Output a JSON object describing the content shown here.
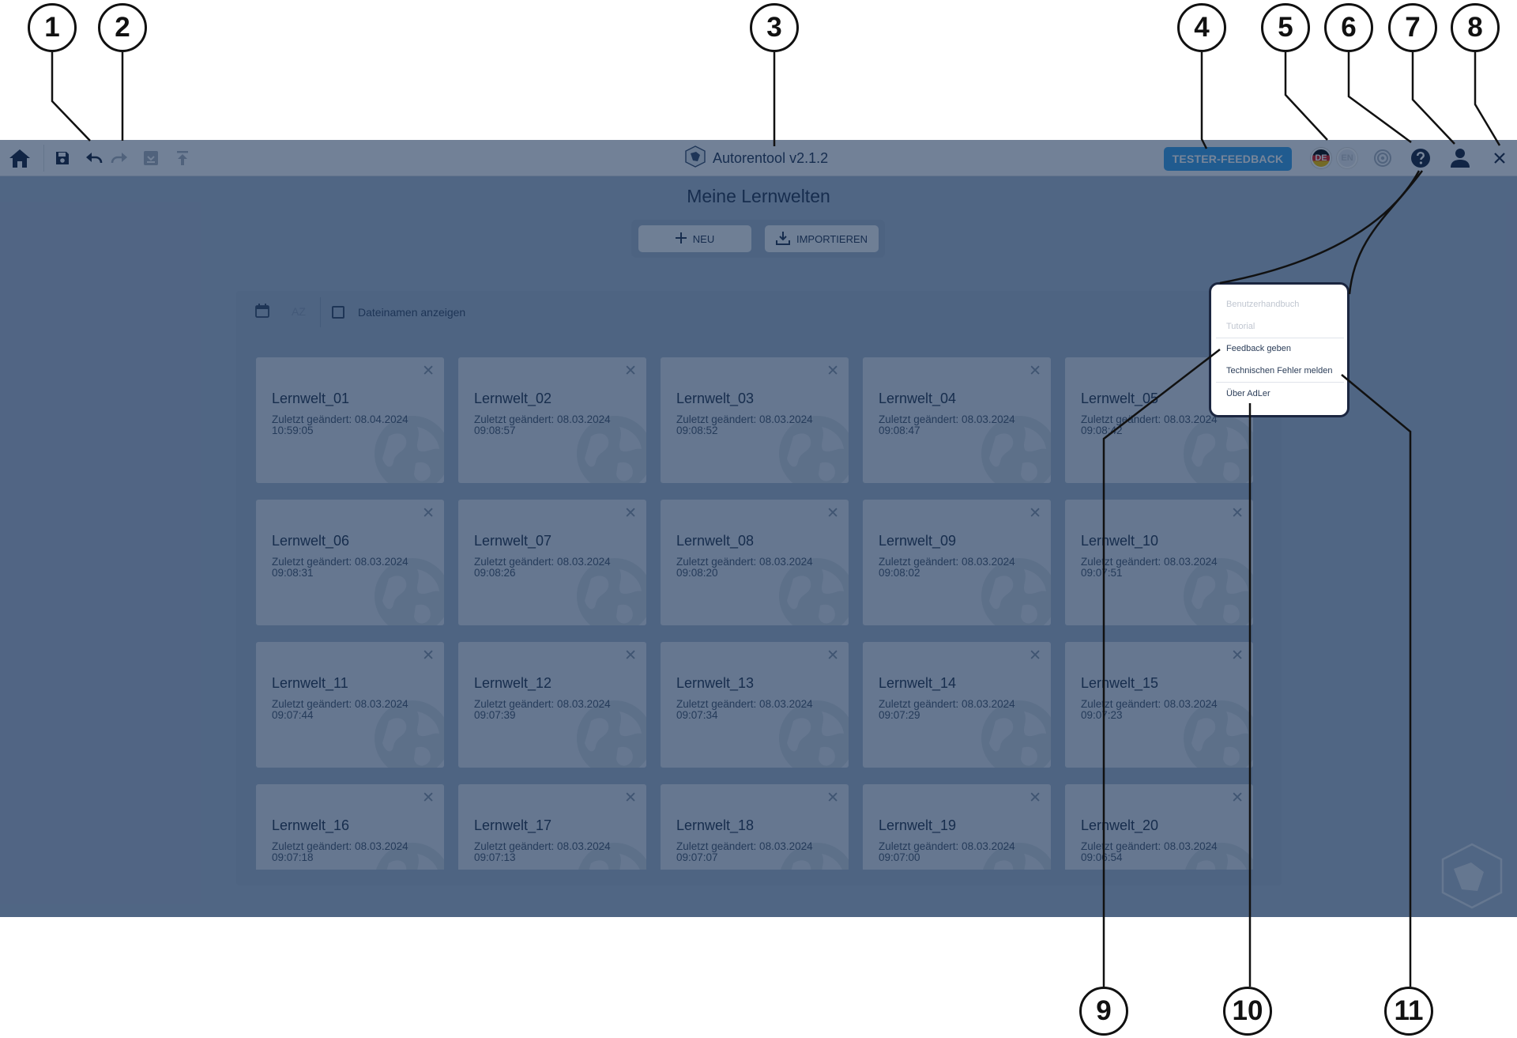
{
  "topbar": {
    "icons": [
      "home-icon",
      "save-icon",
      "undo-icon",
      "redo-icon",
      "export-icon",
      "upload-icon"
    ],
    "app_title": "Autorentool v2.1.2",
    "tester_feedback_label": "TESTER-FEEDBACK",
    "lang_de": "DE",
    "lang_en": "EN"
  },
  "main": {
    "page_title": "Meine Lernwelten",
    "new_label": "NEU",
    "import_label": "IMPORTIEREN",
    "sort_az_label": "AZ",
    "show_filenames_label": "Dateinamen anzeigen"
  },
  "worlds": [
    {
      "name": "Lernwelt_01",
      "date": "Zuletzt geändert: 08.04.2024",
      "time": "10:59:05"
    },
    {
      "name": "Lernwelt_02",
      "date": "Zuletzt geändert: 08.03.2024",
      "time": "09:08:57"
    },
    {
      "name": "Lernwelt_03",
      "date": "Zuletzt geändert: 08.03.2024",
      "time": "09:08:52"
    },
    {
      "name": "Lernwelt_04",
      "date": "Zuletzt geändert: 08.03.2024",
      "time": "09:08:47"
    },
    {
      "name": "Lernwelt_05",
      "date": "Zuletzt geändert: 08.03.2024",
      "time": "09:08:42"
    },
    {
      "name": "Lernwelt_06",
      "date": "Zuletzt geändert: 08.03.2024",
      "time": "09:08:31"
    },
    {
      "name": "Lernwelt_07",
      "date": "Zuletzt geändert: 08.03.2024",
      "time": "09:08:26"
    },
    {
      "name": "Lernwelt_08",
      "date": "Zuletzt geändert: 08.03.2024",
      "time": "09:08:20"
    },
    {
      "name": "Lernwelt_09",
      "date": "Zuletzt geändert: 08.03.2024",
      "time": "09:08:02"
    },
    {
      "name": "Lernwelt_10",
      "date": "Zuletzt geändert: 08.03.2024",
      "time": "09:07:51"
    },
    {
      "name": "Lernwelt_11",
      "date": "Zuletzt geändert: 08.03.2024",
      "time": "09:07:44"
    },
    {
      "name": "Lernwelt_12",
      "date": "Zuletzt geändert: 08.03.2024",
      "time": "09:07:39"
    },
    {
      "name": "Lernwelt_13",
      "date": "Zuletzt geändert: 08.03.2024",
      "time": "09:07:34"
    },
    {
      "name": "Lernwelt_14",
      "date": "Zuletzt geändert: 08.03.2024",
      "time": "09:07:29"
    },
    {
      "name": "Lernwelt_15",
      "date": "Zuletzt geändert: 08.03.2024",
      "time": "09:07:23"
    },
    {
      "name": "Lernwelt_16",
      "date": "Zuletzt geändert: 08.03.2024",
      "time": "09:07:18"
    },
    {
      "name": "Lernwelt_17",
      "date": "Zuletzt geändert: 08.03.2024",
      "time": "09:07:13"
    },
    {
      "name": "Lernwelt_18",
      "date": "Zuletzt geändert: 08.03.2024",
      "time": "09:07:07"
    },
    {
      "name": "Lernwelt_19",
      "date": "Zuletzt geändert: 08.03.2024",
      "time": "09:07:00"
    },
    {
      "name": "Lernwelt_20",
      "date": "Zuletzt geändert: 08.03.2024",
      "time": "09:06:54"
    }
  ],
  "help_menu": {
    "items": [
      {
        "label": "Benutzerhandbuch",
        "enabled": false
      },
      {
        "label": "Tutorial",
        "enabled": false
      },
      {
        "label": "Feedback geben",
        "enabled": true
      },
      {
        "label": "Technischen Fehler melden",
        "enabled": true
      },
      {
        "label": "Über AdLer",
        "enabled": true
      }
    ]
  },
  "callouts": [
    "1",
    "2",
    "3",
    "4",
    "5",
    "6",
    "7",
    "8",
    "9",
    "10",
    "11"
  ],
  "colors": {
    "accent": "#3fa3e8",
    "text_dark": "#2a3c59",
    "overlay": "#0a2046"
  }
}
